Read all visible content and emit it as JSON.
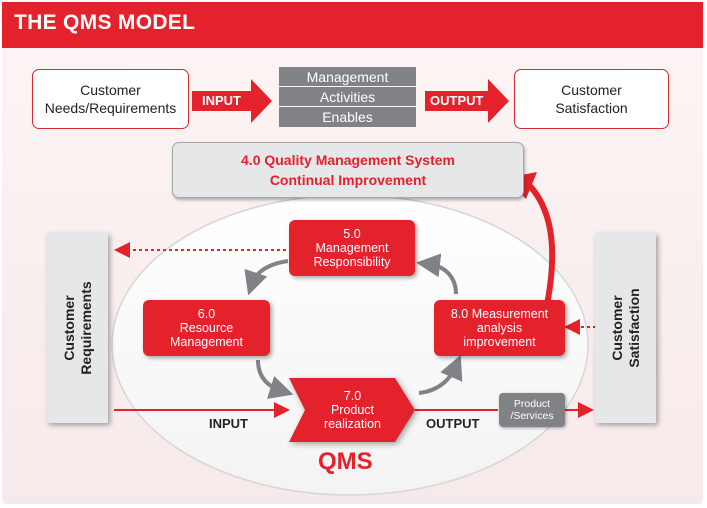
{
  "header": {
    "title": "THE QMS MODEL"
  },
  "top_row": {
    "left_box": {
      "line1": "Customer",
      "line2": "Needs/Requirements"
    },
    "input_arrow": "INPUT",
    "center_stack": [
      "Management",
      "Activities",
      "Enables"
    ],
    "output_arrow": "OUTPUT",
    "right_box": {
      "line1": "Customer",
      "line2": "Satisfaction"
    }
  },
  "qms_system_box": {
    "line1": "4.0 Quality Management System",
    "line2": "Continual Improvement"
  },
  "cycle": {
    "management_responsibility": {
      "number": "5.0",
      "line1": "Management",
      "line2": "Responsibility"
    },
    "resource_management": {
      "number": "6.0",
      "line1": "Resource",
      "line2": "Management"
    },
    "product_realization": {
      "number": "7.0",
      "line1": "Product",
      "line2": "realization"
    },
    "measurement": {
      "line1": "8.0 Measurement",
      "line2": "analysis",
      "line3": "improvement"
    }
  },
  "side_left": {
    "line1": "Customer",
    "line2": "Requirements"
  },
  "side_right": {
    "line1": "Customer",
    "line2": "Satisfaction"
  },
  "flow": {
    "input_label": "INPUT",
    "output_label": "OUTPUT",
    "product_line1": "Product",
    "product_line2": "/Services"
  },
  "qms_label": "QMS",
  "colors": {
    "brand_red": "#e3222b",
    "grey": "#808285",
    "light_grey": "#e6e7e8"
  }
}
